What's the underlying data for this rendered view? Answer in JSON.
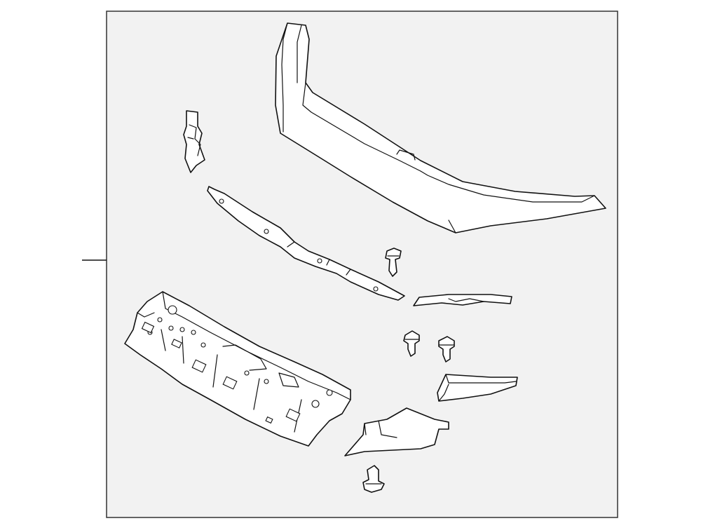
{
  "diagram": {
    "kind": "exploded-parts-diagram",
    "background": "#f2f2f2",
    "line_color": "#111111",
    "frame_color": "#333333",
    "parts": [
      "grille-upper-molding",
      "left-bracket",
      "lower-retainer-strip",
      "center-molding-strip",
      "push-clip",
      "push-clip",
      "push-clip",
      "push-clip",
      "side-deflector",
      "lower-cover",
      "radiator-support-panel"
    ]
  }
}
